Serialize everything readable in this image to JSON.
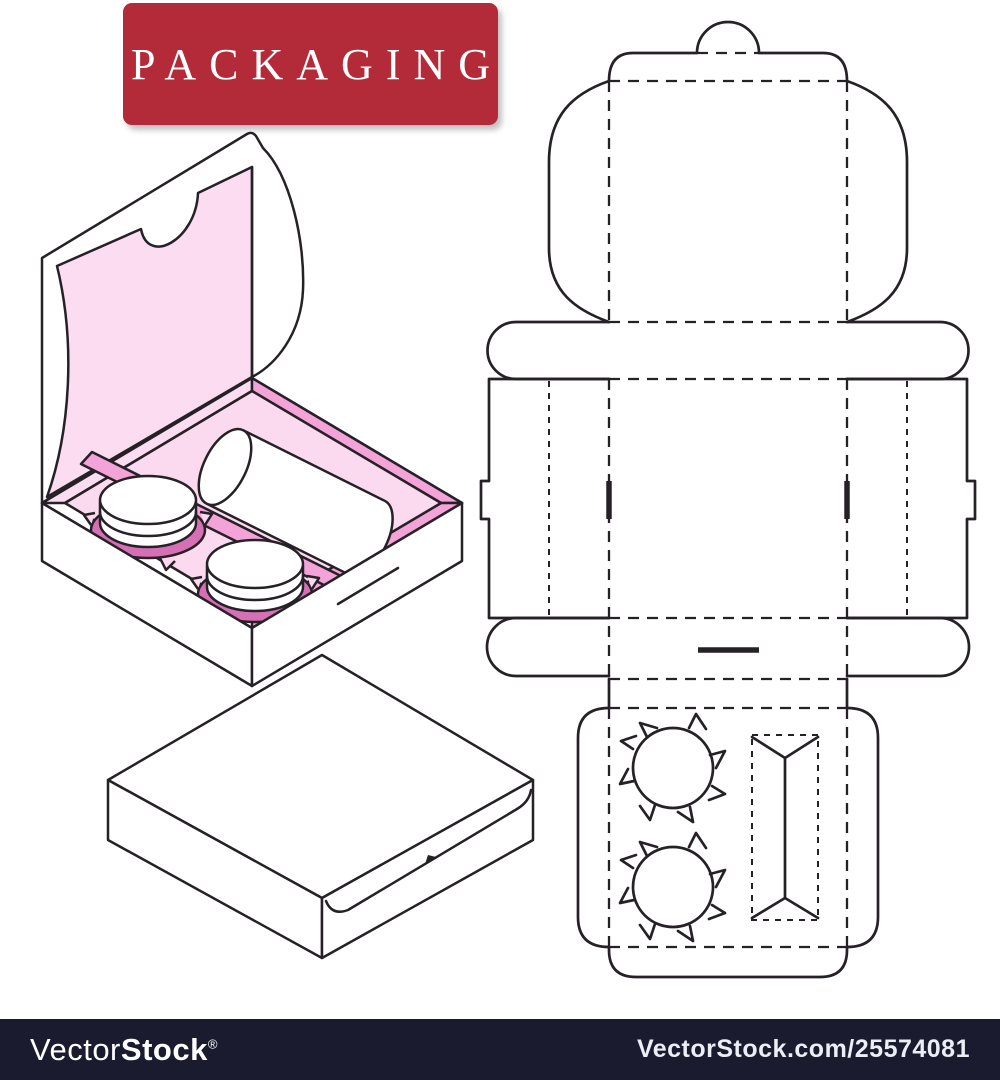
{
  "banner": {
    "title": "PACKAGING",
    "bg": "#b32b38",
    "text_color": "#ffffff"
  },
  "footer": {
    "brand": "Vector",
    "brand_bold": "Stock",
    "registered_mark": "®",
    "url": "VectorStock.com/25574081",
    "bg": "#1a1b2e"
  },
  "colors": {
    "red": "#b32b38",
    "navy": "#1a1b2e",
    "line": "#262126",
    "pink-light": "#fbdcf1",
    "pink-floor": "#fbd9ee",
    "pink-mid": "#f3a3d7",
    "pink-dark": "#d76fb5"
  },
  "illustrations": {
    "open_box": "open gift box with two cream jars and one tube in pink insert",
    "closed_box": "closed tuck-lid box",
    "dieline": "die-cut packaging template with fold lines, thumb tab, jar holes and tube slot"
  }
}
